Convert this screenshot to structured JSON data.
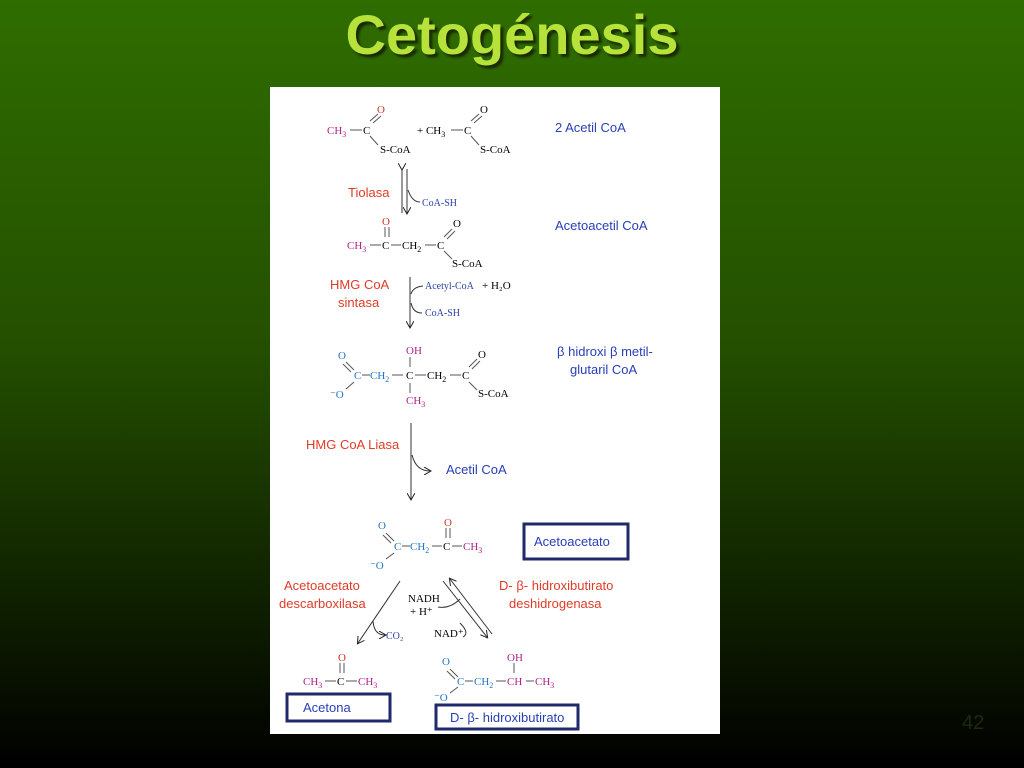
{
  "slide": {
    "title": "Cetogénesis",
    "number": "42"
  },
  "compounds": {
    "acetyl_coa": "2 Acetil CoA",
    "acetoacetyl_coa": "Acetoacetil CoA",
    "hmg_coa_line1": "β hidroxi β metil-",
    "hmg_coa_line2": "glutaril CoA",
    "acetoacetate": "Acetoacetato",
    "acetone": "Acetona",
    "hydroxybutyrate": "D- β- hidroxibutirato"
  },
  "enzymes": {
    "thiolase": "Tiolasa",
    "hmg_synthase_line1": "HMG CoA",
    "hmg_synthase_line2": "sintasa",
    "hmg_lyase": "HMG CoA Liasa",
    "decarboxylase_line1": "Acetoacetato",
    "decarboxylase_line2": "descarboxilasa",
    "dehydrogenase_line1": "D- β- hidroxibutirato",
    "dehydrogenase_line2": "deshidrogenasa"
  },
  "cofactors": {
    "coash_1": "CoA-SH",
    "acetyl_coa_h2o": "Acetyl-CoA",
    "plus_h2o": "+ H₂O",
    "coash_2": "CoA-SH",
    "acetil_coa_out": "Acetil CoA",
    "nadh": "NADH",
    "h_plus": "+ H⁺",
    "nad": "NAD⁺",
    "co2": "CO₂"
  },
  "colors": {
    "title": "#b6e23a",
    "red_label": "#e03b27",
    "blue_label": "#2840b8",
    "box_border": "#1f2a6b"
  }
}
